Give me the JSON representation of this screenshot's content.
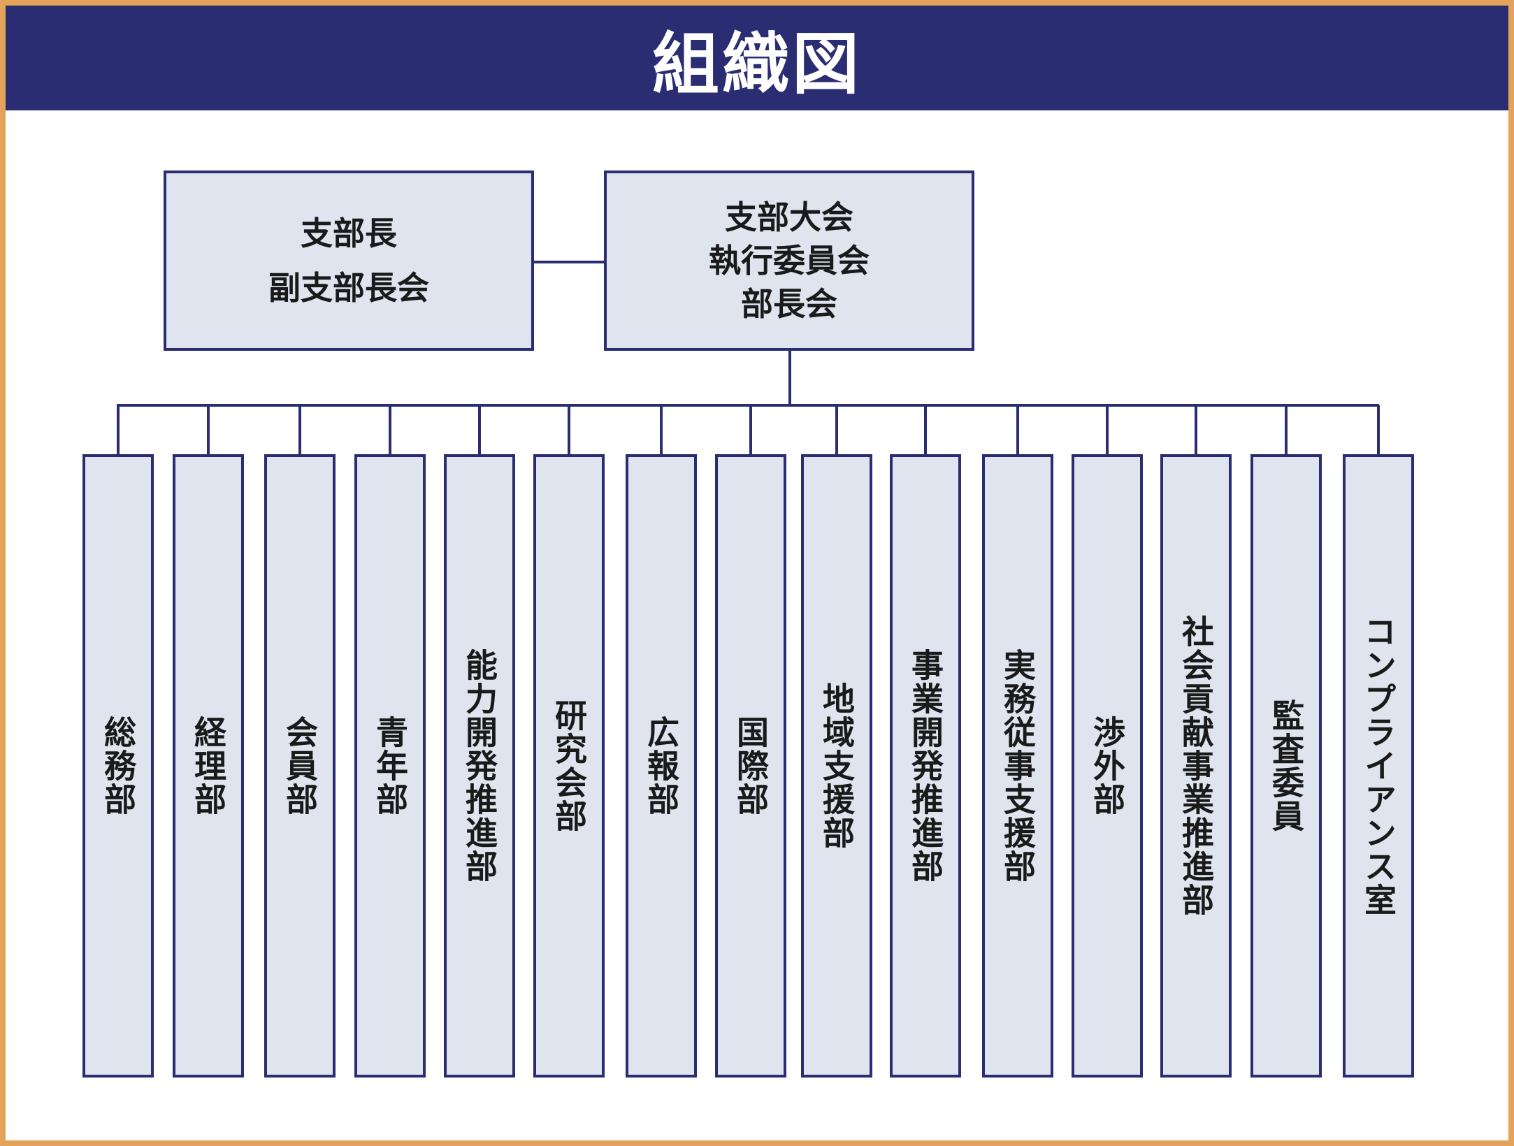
{
  "title": "組織図",
  "top_left": {
    "lines": [
      "支部長",
      "副支部長会"
    ]
  },
  "top_right": {
    "lines": [
      "支部大会",
      "執行委員会",
      "部長会"
    ]
  },
  "departments": [
    "総務部",
    "経理部",
    "会員部",
    "青年部",
    "能力開発推進部",
    "研究会部",
    "広報部",
    "国際部",
    "地域支援部",
    "事業開発推進部",
    "実務従事支援部",
    "渉外部",
    "社会貢献事業推進部",
    "監査委員",
    "コンプライアンス室"
  ],
  "colors": {
    "header": "#2a2d72",
    "border": "#e3a35a",
    "box_fill": "#dfe4ef",
    "line": "#2a2d72"
  }
}
